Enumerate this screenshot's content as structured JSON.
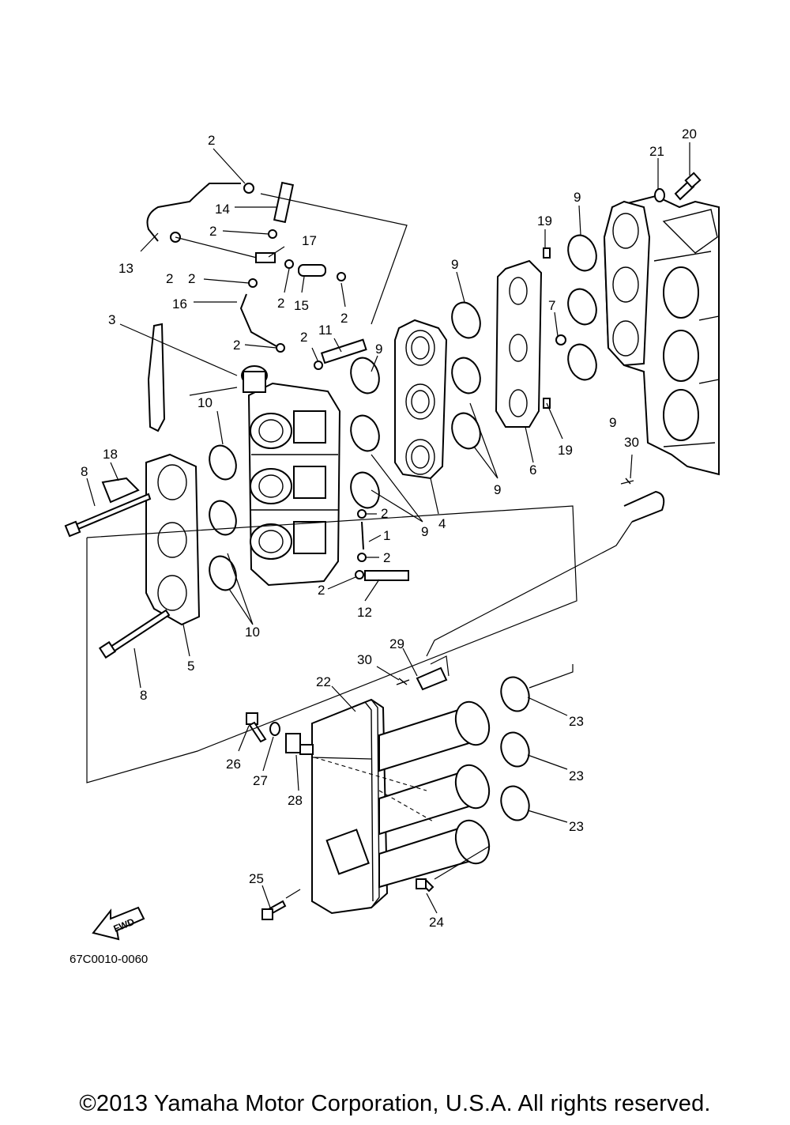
{
  "diagram": {
    "code": "67C0010-0060",
    "copyright": "©2013 Yamaha Motor Corporation, U.S.A. All rights reserved.",
    "fwd_label": "FWD"
  },
  "callouts": [
    {
      "id": "c20",
      "text": "20"
    },
    {
      "id": "c21",
      "text": "21"
    },
    {
      "id": "c9a",
      "text": "9"
    },
    {
      "id": "c19a",
      "text": "19"
    },
    {
      "id": "c2a",
      "text": "2"
    },
    {
      "id": "c14",
      "text": "14"
    },
    {
      "id": "c2b",
      "text": "2"
    },
    {
      "id": "c17",
      "text": "17"
    },
    {
      "id": "c13",
      "text": "13"
    },
    {
      "id": "c2c",
      "text": "2"
    },
    {
      "id": "c2d",
      "text": "2"
    },
    {
      "id": "c2e",
      "text": "2"
    },
    {
      "id": "c15",
      "text": "15"
    },
    {
      "id": "c2f",
      "text": "2"
    },
    {
      "id": "c16",
      "text": "16"
    },
    {
      "id": "c9b",
      "text": "9"
    },
    {
      "id": "c7",
      "text": "7"
    },
    {
      "id": "c3",
      "text": "3"
    },
    {
      "id": "c11",
      "text": "11"
    },
    {
      "id": "c2g",
      "text": "2"
    },
    {
      "id": "c2h",
      "text": "2"
    },
    {
      "id": "c9c",
      "text": "9"
    },
    {
      "id": "c9d",
      "text": "9"
    },
    {
      "id": "c10a",
      "text": "10"
    },
    {
      "id": "c19b",
      "text": "19"
    },
    {
      "id": "c6",
      "text": "6"
    },
    {
      "id": "c30a",
      "text": "30"
    },
    {
      "id": "c18",
      "text": "18"
    },
    {
      "id": "c8a",
      "text": "8"
    },
    {
      "id": "c9e",
      "text": "9"
    },
    {
      "id": "c4",
      "text": "4"
    },
    {
      "id": "c2i",
      "text": "2"
    },
    {
      "id": "c1",
      "text": "1"
    },
    {
      "id": "c2j",
      "text": "2"
    },
    {
      "id": "c9f",
      "text": "9"
    },
    {
      "id": "c2k",
      "text": "2"
    },
    {
      "id": "c12",
      "text": "12"
    },
    {
      "id": "c10b",
      "text": "10"
    },
    {
      "id": "c5",
      "text": "5"
    },
    {
      "id": "c29",
      "text": "29"
    },
    {
      "id": "c30b",
      "text": "30"
    },
    {
      "id": "c22",
      "text": "22"
    },
    {
      "id": "c8b",
      "text": "8"
    },
    {
      "id": "c23a",
      "text": "23"
    },
    {
      "id": "c26",
      "text": "26"
    },
    {
      "id": "c27",
      "text": "27"
    },
    {
      "id": "c23b",
      "text": "23"
    },
    {
      "id": "c28",
      "text": "28"
    },
    {
      "id": "c23c",
      "text": "23"
    },
    {
      "id": "c25",
      "text": "25"
    },
    {
      "id": "c24",
      "text": "24"
    }
  ]
}
